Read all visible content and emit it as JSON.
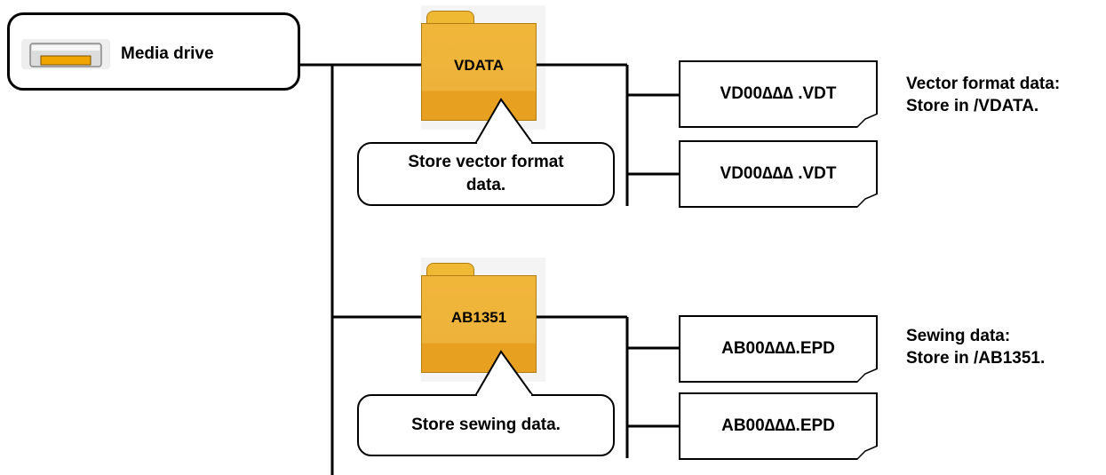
{
  "media_drive": {
    "label": "Media drive",
    "icon": "media-drive-icon"
  },
  "folders": [
    {
      "name": "VDATA",
      "icon": "folder-icon"
    },
    {
      "name": "AB1351",
      "icon": "folder-icon"
    }
  ],
  "callouts": [
    {
      "line1": "Store vector format",
      "line2": "data."
    },
    {
      "line1": "Store sewing data."
    }
  ],
  "files": [
    {
      "name": "VD00∆∆∆ .VDT"
    },
    {
      "name": "VD00∆∆∆ .VDT"
    },
    {
      "name": "AB00∆∆∆.EPD"
    },
    {
      "name": "AB00∆∆∆.EPD"
    }
  ],
  "notes": [
    {
      "line1": "Vector format data:",
      "line2": "Store in /VDATA."
    },
    {
      "line1": "Sewing data:",
      "line2": "Store in /AB1351."
    }
  ],
  "colors": {
    "folder": "#eeb23a",
    "folder_dark": "#e8a020",
    "drive_slot": "#f0a500",
    "lines": "#000000"
  }
}
